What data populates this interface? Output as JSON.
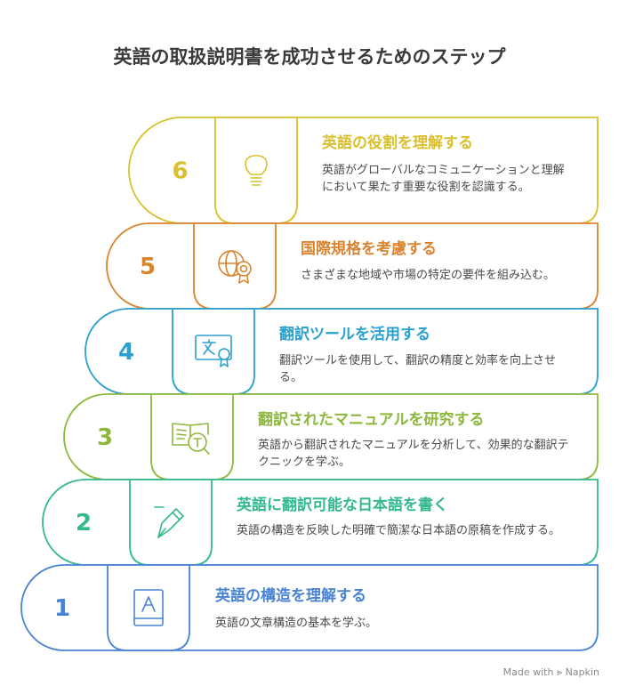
{
  "title": "英語の取扱説明書を成功させるためのステップ",
  "footer": "Made with ⪢ Napkin",
  "steps": [
    {
      "number": "6",
      "title": "英語の役割を理解する",
      "desc": "英語がグローバルなコミュニケーションと理解において果たす重要な役割を認識する。",
      "color": "#d9c02c",
      "icon": "lightbulb-icon"
    },
    {
      "number": "5",
      "title": "国際規格を考慮する",
      "desc": "さまざまな地域や市場の特定の要件を組み込む。",
      "color": "#d9842f",
      "icon": "globe-certificate-icon"
    },
    {
      "number": "4",
      "title": "翻訳ツールを活用する",
      "desc": "翻訳ツールを使用して、翻訳の精度と効率を向上させる。",
      "color": "#2aa1cf",
      "icon": "translate-icon"
    },
    {
      "number": "3",
      "title": "翻訳されたマニュアルを研究する",
      "desc": "英語から翻訳されたマニュアルを分析して、効果的な翻訳テクニックを学ぶ。",
      "color": "#8cb83c",
      "icon": "book-search-icon"
    },
    {
      "number": "2",
      "title": "英語に翻訳可能な日本語を書く",
      "desc": "英語の構造を反映した明確で簡潔な日本語の原稿を作成する。",
      "color": "#33b890",
      "icon": "pen-icon"
    },
    {
      "number": "1",
      "title": "英語の構造を理解する",
      "desc": "英語の文章構造の基本を学ぶ。",
      "color": "#4a83d4",
      "icon": "book-a-icon"
    }
  ]
}
